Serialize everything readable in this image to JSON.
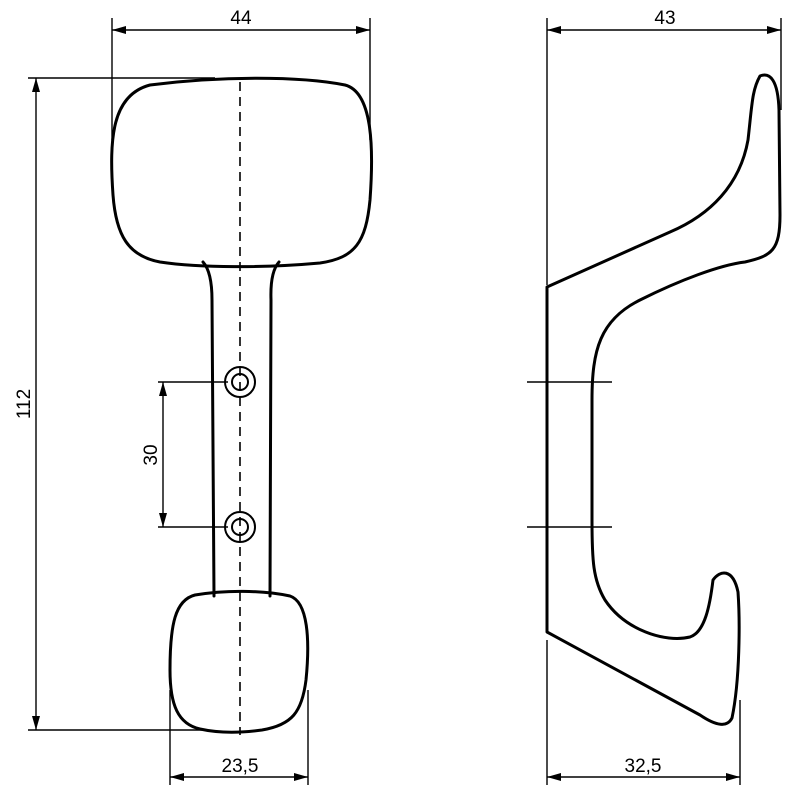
{
  "front_view": {
    "width_label": "44",
    "height_label": "112",
    "hole_spacing_label": "30",
    "bottom_width_label": "23,5"
  },
  "side_view": {
    "depth_label": "43",
    "bottom_depth_label": "32,5"
  }
}
